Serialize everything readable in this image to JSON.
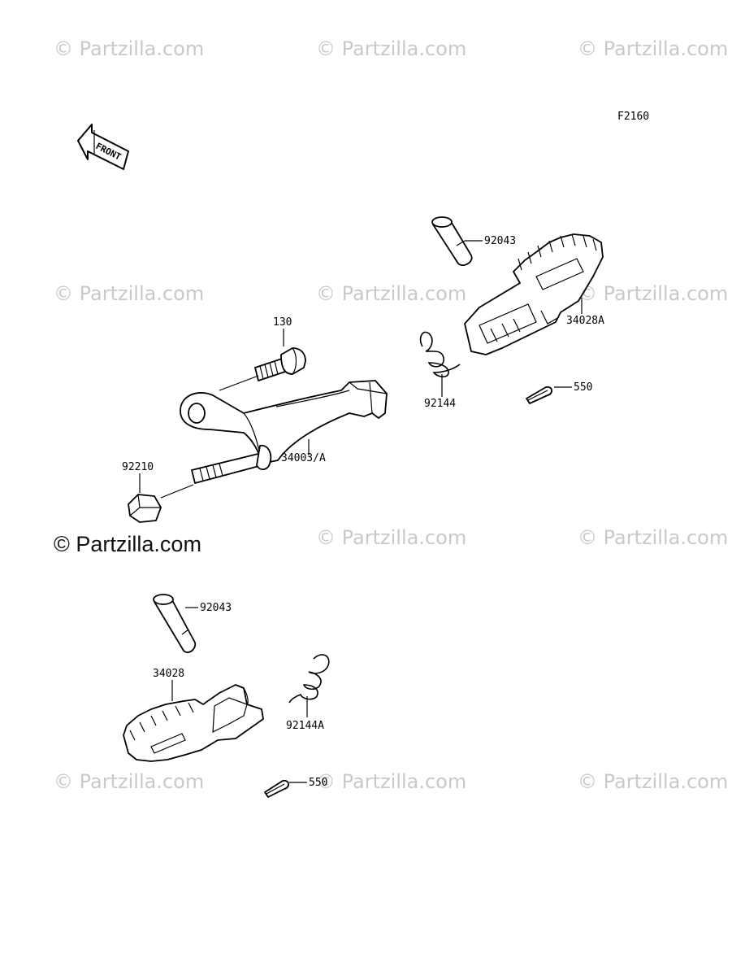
{
  "diagram": {
    "figure_code": "F2160",
    "front_label": "FRONT",
    "copyright_main": "© Partzilla.com",
    "watermark_text": "© Partzilla.com",
    "callouts": {
      "bolt": "130",
      "nut": "92210",
      "brake_pedal": "34003/A",
      "pin_upper": "92043",
      "footpeg_right": "34028A",
      "spring_upper": "92144",
      "cotter_upper": "550",
      "pin_lower": "92043",
      "footpeg_left": "34028",
      "spring_lower": "92144A",
      "cotter_lower": "550"
    }
  }
}
